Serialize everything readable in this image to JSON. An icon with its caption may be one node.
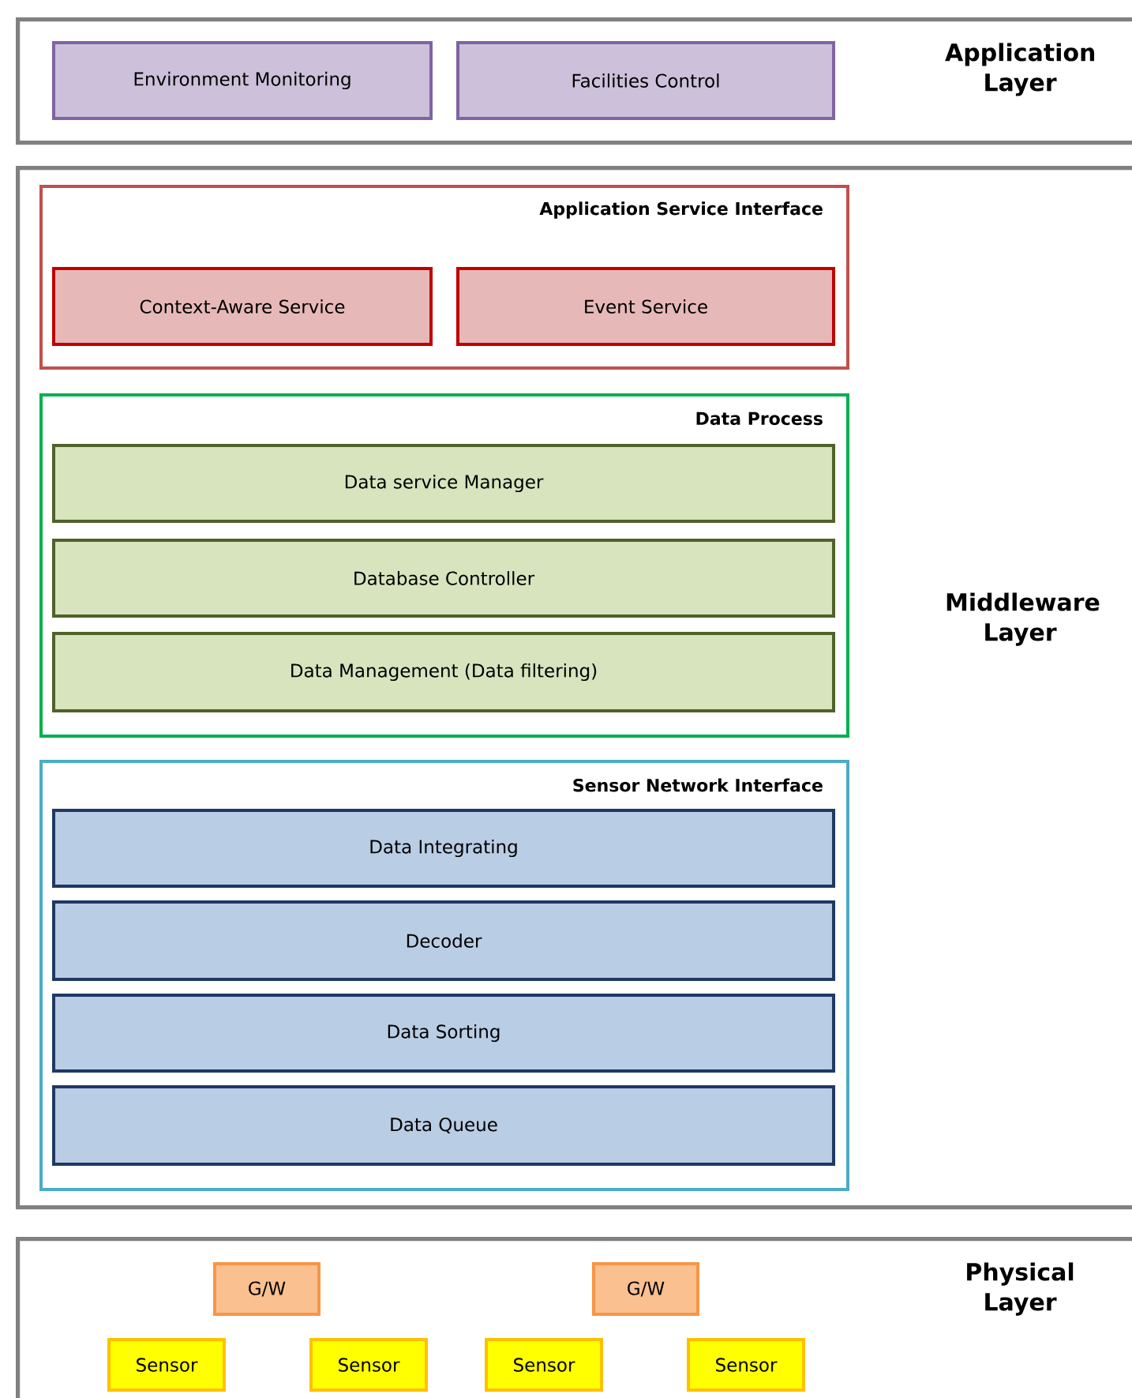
{
  "diagram": {
    "nodes": [
      {
        "text": [
          "Application Layer"
        ]
      },
      {
        "text": [
          "Environment Monitoring"
        ],
        "in": 0
      },
      {
        "text": [
          "Facilities Control"
        ],
        "in": 0
      },
      {
        "text": [
          "Middleware Layer"
        ]
      },
      {
        "text": [
          "Application Service Interface"
        ],
        "in": 3
      },
      {
        "text": [
          "Context-Aware Service"
        ],
        "in": 4
      },
      {
        "text": [
          "Event Service"
        ],
        "in": 4
      },
      {
        "text": [
          "Data Process"
        ],
        "in": 3
      },
      {
        "text": [
          "Data service Manager"
        ],
        "in": 7
      },
      {
        "text": [
          "Database Controller"
        ],
        "in": 7
      },
      {
        "text": [
          "Data Management (Data filtering)"
        ],
        "in": 7
      },
      {
        "text": [
          "Sensor Network Interface"
        ],
        "in": 3
      },
      {
        "text": [
          "Data Integrating"
        ],
        "in": 11
      },
      {
        "text": [
          "Decoder"
        ],
        "in": 11
      },
      {
        "text": [
          "Data Sorting"
        ],
        "in": 11
      },
      {
        "text": [
          "Data Queue"
        ],
        "in": 11
      },
      {
        "text": [
          "Physical Layer"
        ]
      },
      {
        "text": [
          "G/W"
        ],
        "in": 16
      },
      {
        "text": [
          "G/W"
        ],
        "in": 16
      },
      {
        "text": [
          "Sensor"
        ],
        "in": 16
      },
      {
        "text": [
          "Sensor"
        ],
        "in": 16
      },
      {
        "text": [
          "Sensor"
        ],
        "in": 16
      },
      {
        "text": [
          "Sensor"
        ],
        "in": 16
      }
    ]
  }
}
